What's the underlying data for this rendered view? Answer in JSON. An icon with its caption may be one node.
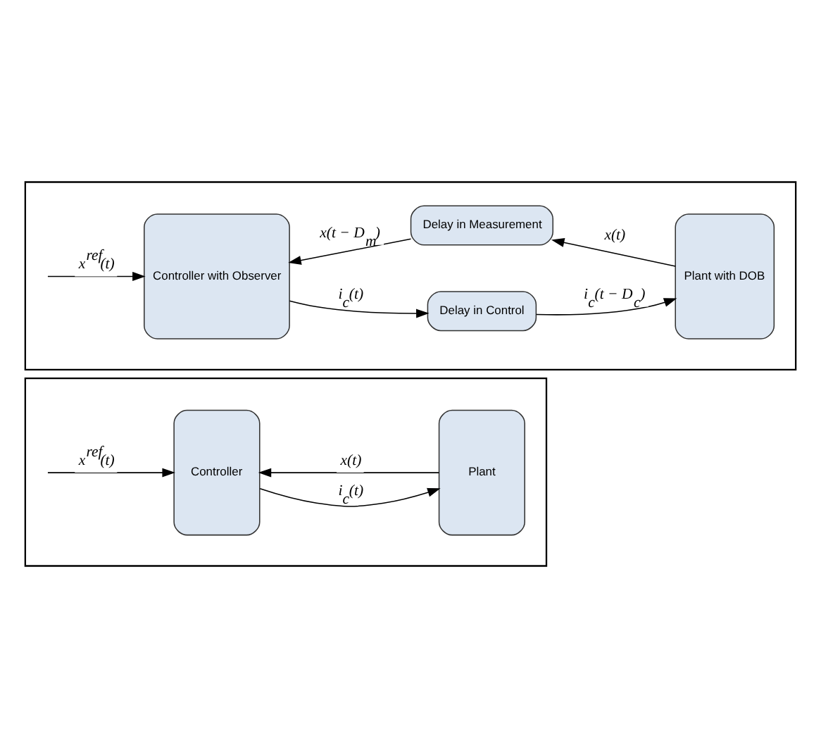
{
  "diagram": {
    "nodes": [
      {
        "text": [],
        "shape": "box"
      },
      {
        "text": [
          "Controller"
        ],
        "in": 0
      },
      {
        "text": [
          "Plant"
        ],
        "in": 0
      },
      {
        "text": [],
        "shape": "box"
      },
      {
        "text": [
          "Controller with Observer"
        ],
        "in": 3
      },
      {
        "text": [
          "Delay in Control"
        ],
        "in": 3
      },
      {
        "text": [
          "Plant with DOB"
        ],
        "in": 3
      },
      {
        "text": [
          "Delay in Measurement"
        ],
        "in": 3
      }
    ],
    "edges": [
      {
        "from": null,
        "to": 1,
        "arrow": "to",
        "label": "x$^{ref}$(t)"
      },
      {
        "from": 1,
        "to": 2,
        "arrow": "to",
        "label": "i$_{c}$(t)"
      },
      {
        "from": 2,
        "to": 1,
        "arrow": "to",
        "label": "x(t)"
      },
      {
        "from": null,
        "to": 4,
        "arrow": "to",
        "label": "x$^{ref}$(t)"
      },
      {
        "from": 4,
        "to": 5,
        "arrow": "to",
        "label": "i$_{c}$(t)"
      },
      {
        "from": 5,
        "to": 6,
        "arrow": "to",
        "label": "i$_{c}$(t − D$_{c}$)"
      },
      {
        "from": 6,
        "to": 7,
        "arrow": "to",
        "label": "x(t)"
      },
      {
        "from": 7,
        "to": 4,
        "arrow": "to",
        "label": "x(t − D$_{m}$)"
      }
    ]
  }
}
